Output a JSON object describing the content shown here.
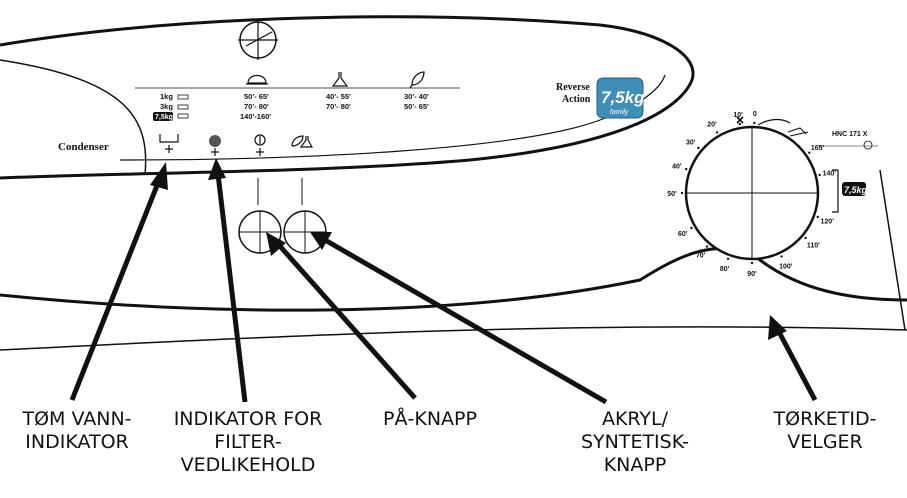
{
  "brand": {
    "reverse_action": "Reverse\nAction",
    "capacity_badge": "7,5kg",
    "family": "family",
    "model": "HNC 171 X",
    "condenser": "Condenser"
  },
  "load_table": {
    "rows": [
      "1kg",
      "3kg",
      "7,5kg"
    ],
    "col1": [
      "50'- 65'",
      "70'- 80'",
      "140'-160'"
    ],
    "col2": [
      "40'- 55'",
      "70'- 80'"
    ],
    "col3": [
      "30'- 40'",
      "50'- 65'"
    ]
  },
  "dial": {
    "ticks": [
      "10'",
      "20'",
      "30'",
      "40'",
      "50'",
      "60'",
      "70'",
      "80'",
      "90'",
      "100'",
      "110'",
      "120'",
      "140'",
      "165'",
      "0"
    ],
    "badge": "7,5kg"
  },
  "callouts": {
    "empty_water": "TØM VANN-\nINDIKATOR",
    "filter": "INDIKATOR FOR\nFILTER-\nVEDLIKEHOLD",
    "on_button": "PÅ-KNAPP",
    "acrylic": "AKRYL/\nSYNTETISK-\nKNAPP",
    "timer": "TØRKETID-\nVELGER"
  },
  "colors": {
    "ink": "#111111",
    "badge": "#3d8fb8",
    "led": "#555555"
  },
  "icons": [
    "crosshair-icon",
    "cotton-icon",
    "flask-icon",
    "leaf-icon",
    "water-tank-icon",
    "filter-led-icon",
    "power-icon",
    "acrylic-icon",
    "cross-icon",
    "hanger-icon"
  ]
}
